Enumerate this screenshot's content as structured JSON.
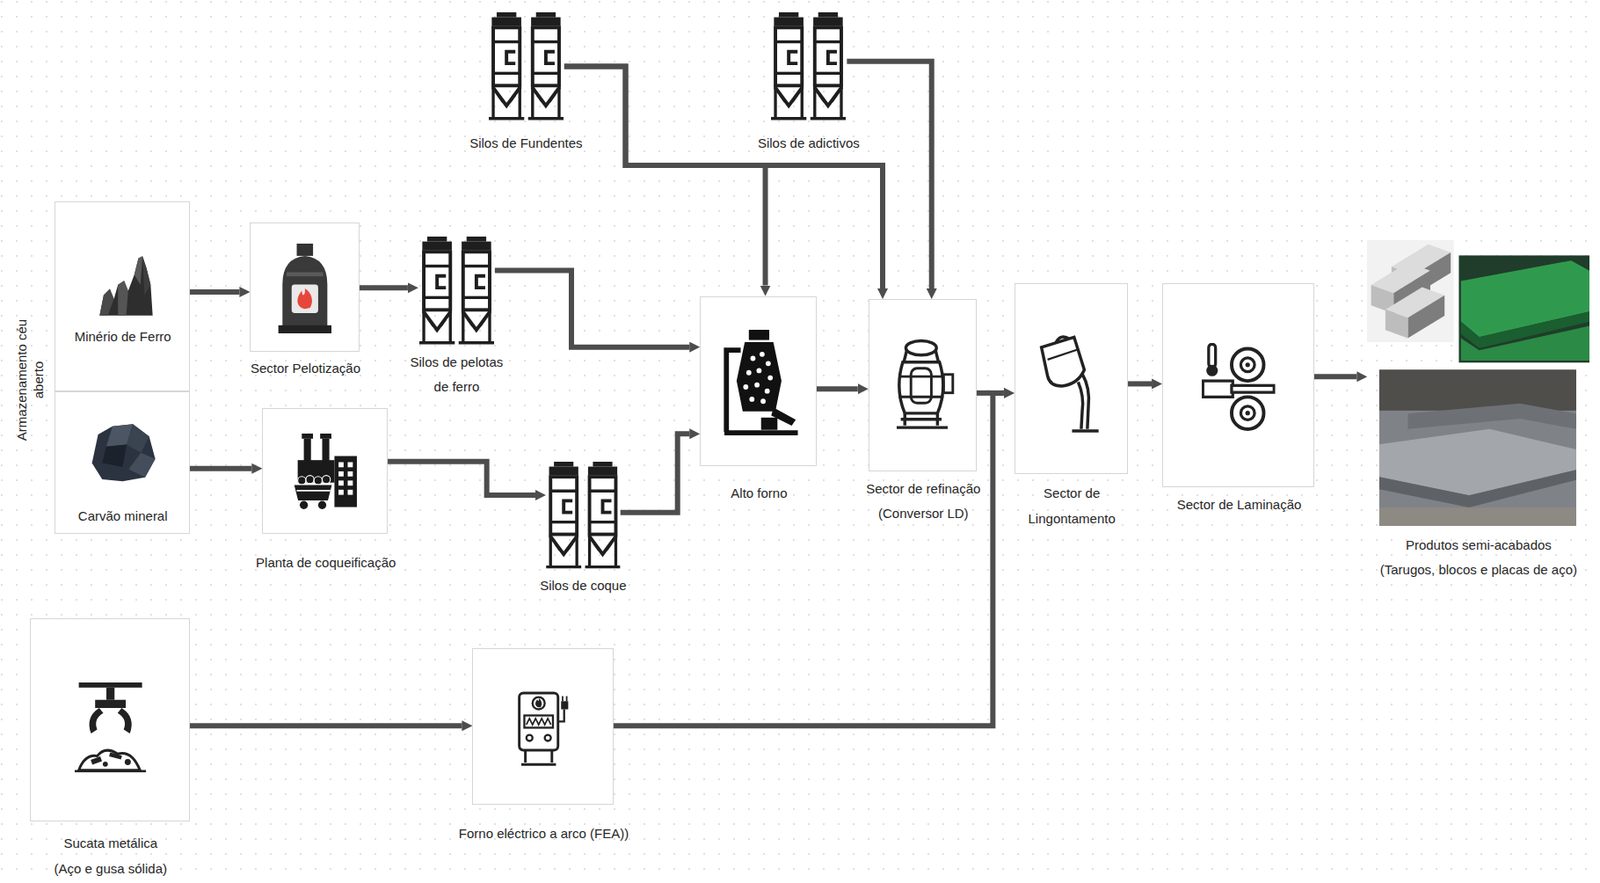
{
  "diagram": {
    "nodes": [
      {
        "text": [
          "Silos de Fundentes"
        ]
      },
      {
        "text": [
          "Silos de adictivos"
        ]
      },
      {
        "text": [
          "Minério de Ferro"
        ]
      },
      {
        "text": [
          "Sector Pelotização"
        ]
      },
      {
        "text": [
          "Silos de pelotas de ferro"
        ]
      },
      {
        "text": [
          "Alto forno"
        ]
      },
      {
        "text": [
          "Sector de refinação (Conversor LD)"
        ]
      },
      {
        "text": [
          "Sector de Lingontamento"
        ]
      },
      {
        "text": [
          "Sector de Laminação"
        ]
      },
      {
        "text": [
          "Produtos semi-acabados (Tarugos, blocos e placas de aço)"
        ]
      },
      {
        "text": [
          "Carvão mineral"
        ]
      },
      {
        "text": [
          "Planta de coqueificação"
        ]
      },
      {
        "text": [
          "Silos de coque"
        ]
      },
      {
        "text": [
          "Sucata metálica (Aço e gusa sólida)"
        ]
      },
      {
        "text": [
          "Forno eléctrico a arco (FEA))"
        ]
      }
    ],
    "edges": [
      {
        "from": 0,
        "to": 5,
        "arrow": "to"
      },
      {
        "from": 0,
        "to": 6,
        "arrow": "to"
      },
      {
        "from": 1,
        "to": 6,
        "arrow": "to"
      },
      {
        "from": 2,
        "to": 3,
        "arrow": "to"
      },
      {
        "from": 3,
        "to": 4,
        "arrow": "to"
      },
      {
        "from": 4,
        "to": 5,
        "arrow": "to"
      },
      {
        "from": 5,
        "to": 6,
        "arrow": "to"
      },
      {
        "from": 6,
        "to": 7,
        "arrow": "to"
      },
      {
        "from": 7,
        "to": 8,
        "arrow": "to"
      },
      {
        "from": 8,
        "to": 9,
        "arrow": "to"
      },
      {
        "from": 10,
        "to": 11,
        "arrow": "to"
      },
      {
        "from": 11,
        "to": 12,
        "arrow": "to"
      },
      {
        "from": 12,
        "to": 5,
        "arrow": "to"
      },
      {
        "from": 13,
        "to": 14,
        "arrow": "to"
      },
      {
        "from": 14,
        "to": 7,
        "arrow": "to"
      }
    ],
    "labels": [
      "Armazenamento céu aberto"
    ]
  }
}
